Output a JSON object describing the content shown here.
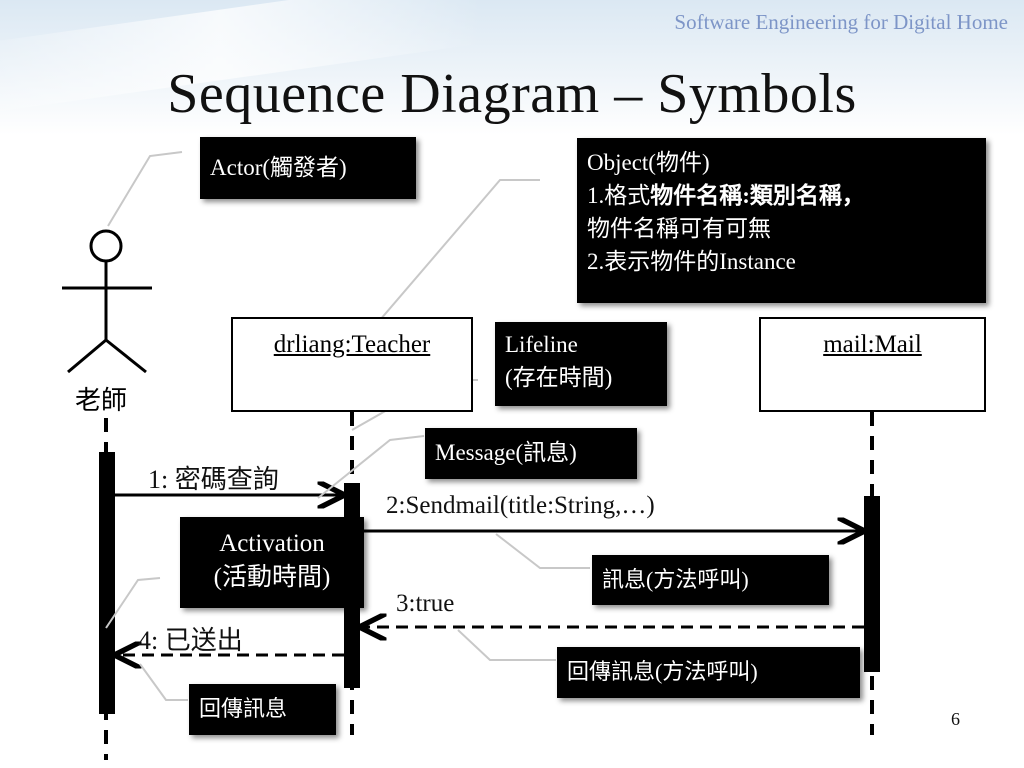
{
  "slide": {
    "header": "Software Engineering for Digital Home",
    "title": "Sequence Diagram – Symbols",
    "page_number": "6"
  },
  "actor": {
    "label": "老師"
  },
  "objects": [
    {
      "label": "drliang:Teacher"
    },
    {
      "label": "mail:Mail"
    }
  ],
  "callouts": {
    "actor": "Actor(觸發者)",
    "object_title": "Object(物件)",
    "object_item1_prefix": "格式",
    "object_item1_bold": "物件名稱:類別名稱，",
    "object_item1_cont": "物件名稱可有可無",
    "object_item2": "表示物件的Instance",
    "lifeline_line1": "Lifeline",
    "lifeline_line2": "(存在時間)",
    "message": "Message(訊息)",
    "activation_line1": "Activation",
    "activation_line2": "(活動時間)",
    "method_call": "訊息(方法呼叫)",
    "return_method": "回傳訊息(方法呼叫)",
    "return": "回傳訊息"
  },
  "messages": [
    {
      "label": "1: 密碼查詢"
    },
    {
      "label": "2:Sendmail(title:String,…)"
    },
    {
      "label": "3:true"
    },
    {
      "label": "4: 已送出"
    }
  ]
}
